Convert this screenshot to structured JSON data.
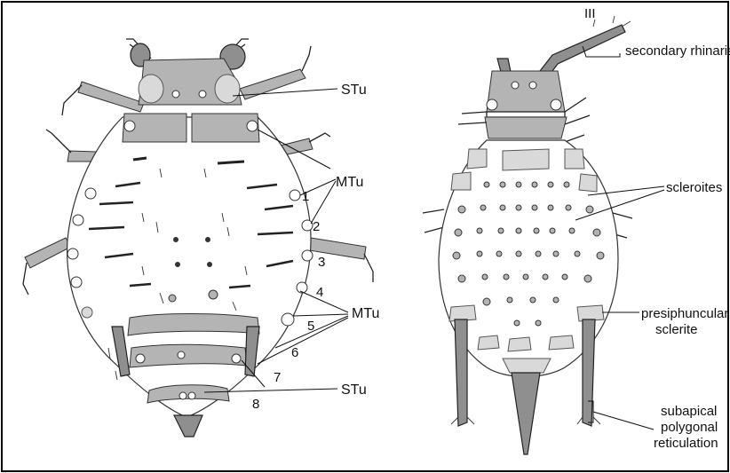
{
  "labels": {
    "stu_top": "STu",
    "mtu_upper": "MTu",
    "mtu_lower": "MTu",
    "stu_bottom": "STu",
    "antenna_segment": "III",
    "secondary_rhinaria": "secondary rhinaria",
    "scleroites": "scleroites",
    "presiphuncular_line1": "presiphuncular",
    "presiphuncular_line2": "sclerite",
    "subapical_line1": "subapical",
    "subapical_line2": "polygonal",
    "subapical_line3": "reticulation"
  },
  "segment_numbers": [
    "1",
    "2",
    "3",
    "4",
    "5",
    "6",
    "7",
    "8"
  ]
}
